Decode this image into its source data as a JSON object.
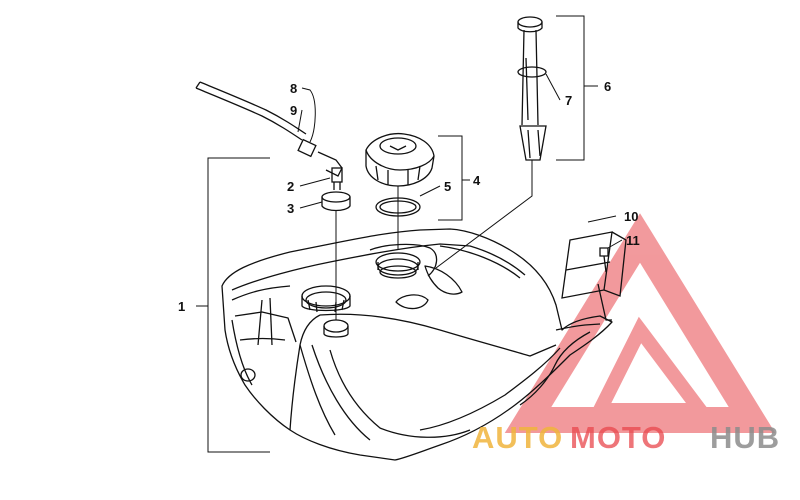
{
  "callouts": {
    "c1": "1",
    "c2": "2",
    "c3": "3",
    "c4": "4",
    "c5": "5",
    "c6": "6",
    "c7": "7",
    "c8": "8",
    "c9": "9",
    "c10": "10",
    "c11": "11"
  },
  "watermark": {
    "part1": "AUTO",
    "part2": "MOTO",
    "part3": "HUB",
    "colors": {
      "triangle": "#e8474c",
      "auto": "#f0b43c",
      "moto": "#e8474c",
      "hub": "#8c8c8c"
    }
  }
}
